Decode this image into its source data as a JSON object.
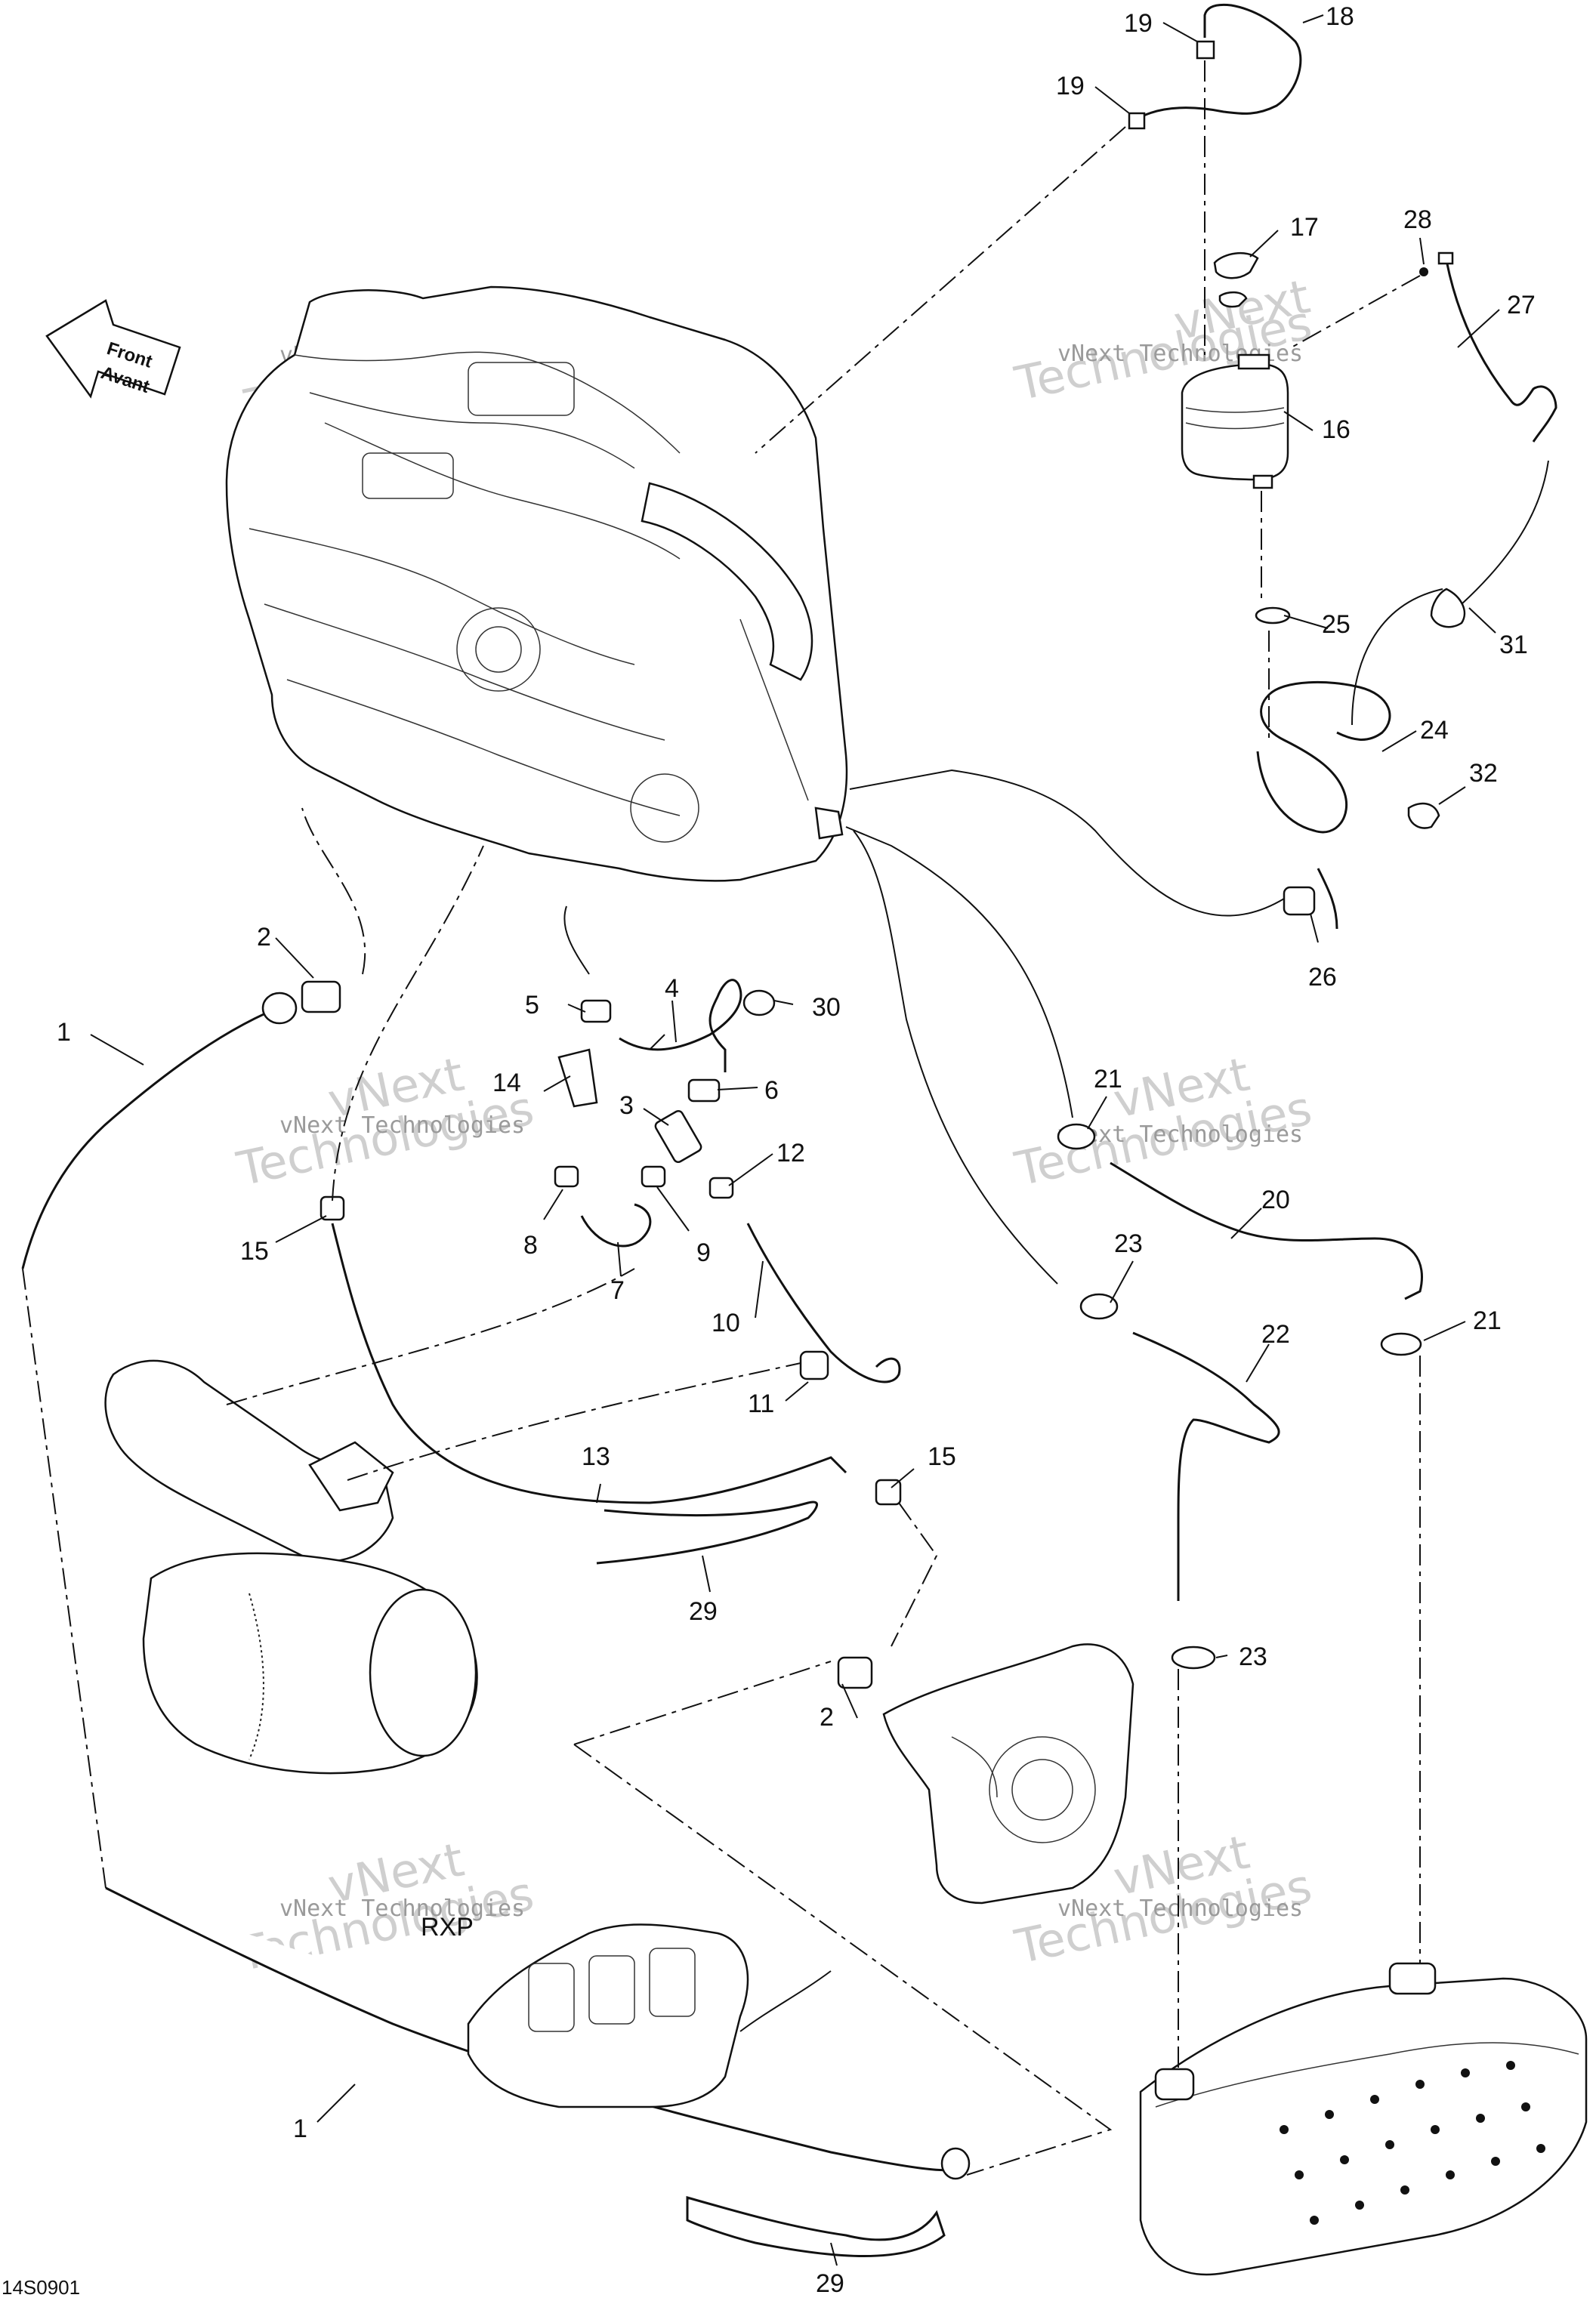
{
  "direction_arrow": {
    "line1": "Front",
    "line2": "Avant"
  },
  "drawing_ref": "14S0901",
  "engine_label": "RXP",
  "watermark": {
    "line1": "vNext",
    "line2": "Technologies",
    "small": "vNext Technologies"
  },
  "callouts": {
    "c1a": "1",
    "c1b": "1",
    "c2a": "2",
    "c2b": "2",
    "c3": "3",
    "c4": "4",
    "c5": "5",
    "c6": "6",
    "c7": "7",
    "c8": "8",
    "c9": "9",
    "c10": "10",
    "c11": "11",
    "c12": "12",
    "c13": "13",
    "c14": "14",
    "c15a": "15",
    "c15b": "15",
    "c16": "16",
    "c17": "17",
    "c18": "18",
    "c19a": "19",
    "c19b": "19",
    "c20": "20",
    "c21a": "21",
    "c21b": "21",
    "c22": "22",
    "c23a": "23",
    "c23b": "23",
    "c24": "24",
    "c25": "25",
    "c26": "26",
    "c27": "27",
    "c28": "28",
    "c29a": "29",
    "c29b": "29",
    "c30": "30",
    "c31": "31",
    "c32": "32"
  }
}
